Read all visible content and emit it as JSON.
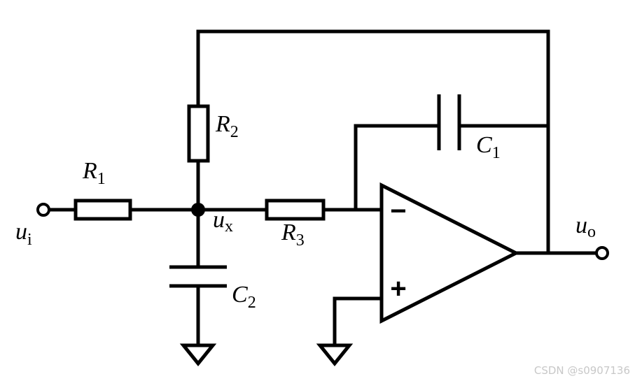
{
  "components": {
    "R1": {
      "symbol": "R",
      "sub": "1"
    },
    "R2": {
      "symbol": "R",
      "sub": "2"
    },
    "R3": {
      "symbol": "R",
      "sub": "3"
    },
    "C1": {
      "symbol": "C",
      "sub": "1"
    },
    "C2": {
      "symbol": "C",
      "sub": "2"
    }
  },
  "nodes": {
    "input": {
      "symbol": "u",
      "sub": "i"
    },
    "junction": {
      "symbol": "u",
      "sub": "x"
    },
    "output": {
      "symbol": "u",
      "sub": "o"
    }
  },
  "opamp": {
    "inverting": "−",
    "noninverting": "+"
  },
  "watermark": "CSDN @s0907136"
}
